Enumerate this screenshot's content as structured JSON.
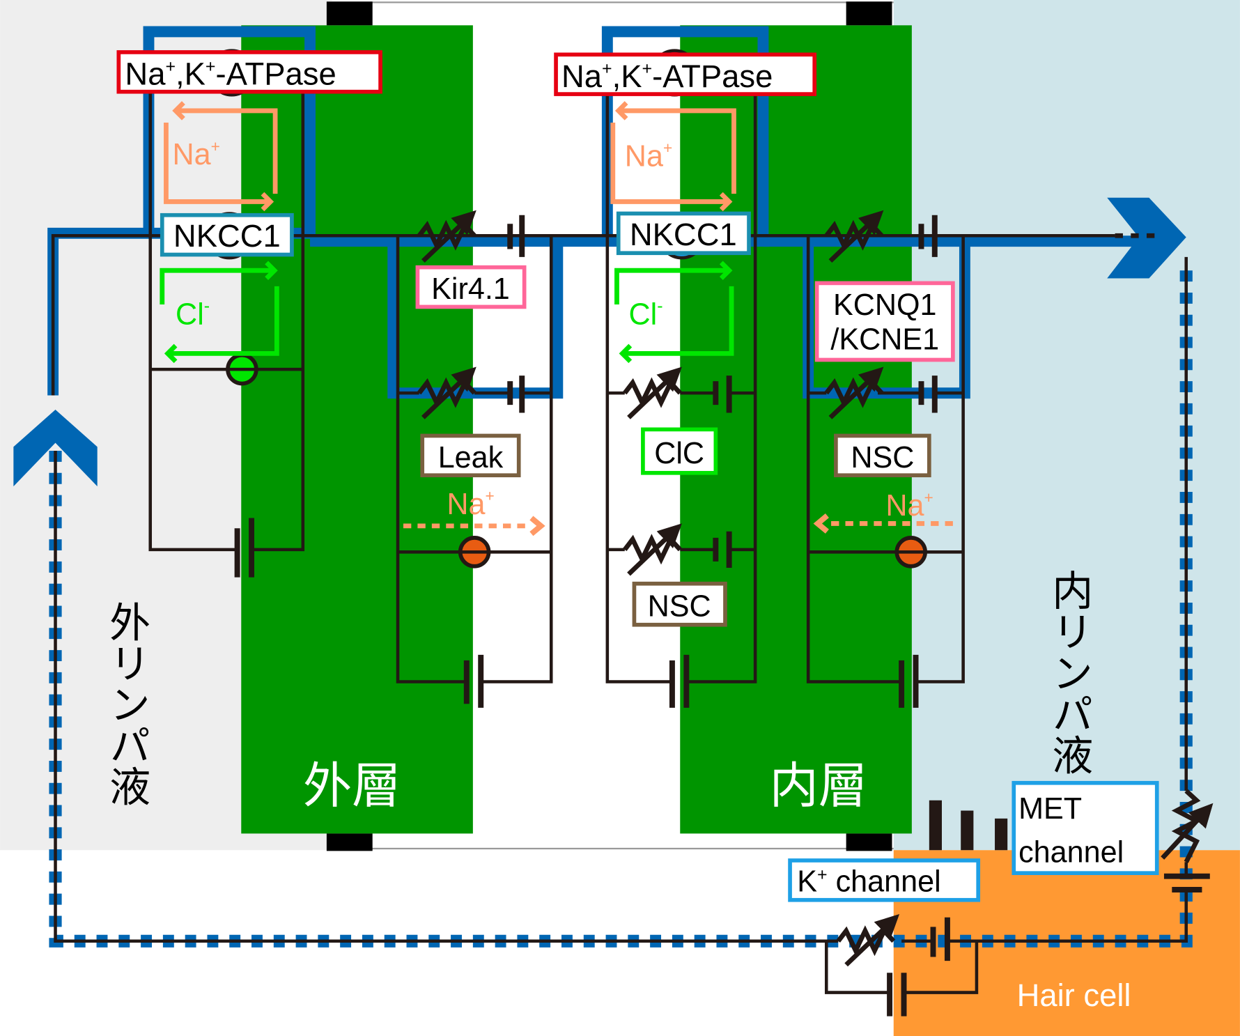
{
  "colors": {
    "perilymph_bg": "#eeeeee",
    "endolymph_bg": "#cfe5ea",
    "cell_layer": "#009500",
    "hair_cell": "#ff9933",
    "current_path": "#0066b3",
    "wire": "#231815",
    "na_ion": "#ff9966",
    "cl_ion": "#00e600",
    "atpase_border": "#e60012",
    "nkcc1_border": "#1a8fb0",
    "k_channel_border": "#ff6699",
    "leak_border": "#7a6040",
    "clc_border": "#00e600",
    "met_border": "#1ea0e6",
    "na_exchanger": "#e85c12"
  },
  "regions": {
    "perilymph": "外リンパ液",
    "endolymph": "内リンパ液",
    "outer_layer": "外層",
    "inner_layer": "内層",
    "hair_cell": "Hair cell"
  },
  "outer_layer": {
    "atpase": {
      "main": "Na",
      "sup1": "+",
      "mid": ",K",
      "sup2": "+",
      "rest": "-ATPase"
    },
    "nkcc1": "NKCC1",
    "na_ion": {
      "main": "Na",
      "sup": "+"
    },
    "cl_ion": {
      "main": "Cl",
      "sup": "-"
    },
    "kir": "Kir4.1",
    "leak": "Leak",
    "na_flux": {
      "main": "Na",
      "sup": "+"
    }
  },
  "inner_layer": {
    "atpase": {
      "main": "Na",
      "sup1": "+",
      "mid": ",K",
      "sup2": "+",
      "rest": "-ATPase"
    },
    "nkcc1": "NKCC1",
    "na_ion": {
      "main": "Na",
      "sup": "+"
    },
    "cl_ion": {
      "main": "Cl",
      "sup": "-"
    },
    "clc": "ClC",
    "nsc_basal": "NSC",
    "kcnq1_line1": "KCNQ1",
    "kcnq1_line2": "/KCNE1",
    "nsc_apical": "NSC",
    "na_flux": {
      "main": "Na",
      "sup": "+"
    }
  },
  "hair_cell_labels": {
    "k_channel": {
      "main": "K",
      "sup": "+",
      "rest": " channel"
    },
    "met_line1": "MET",
    "met_line2": "channel"
  }
}
